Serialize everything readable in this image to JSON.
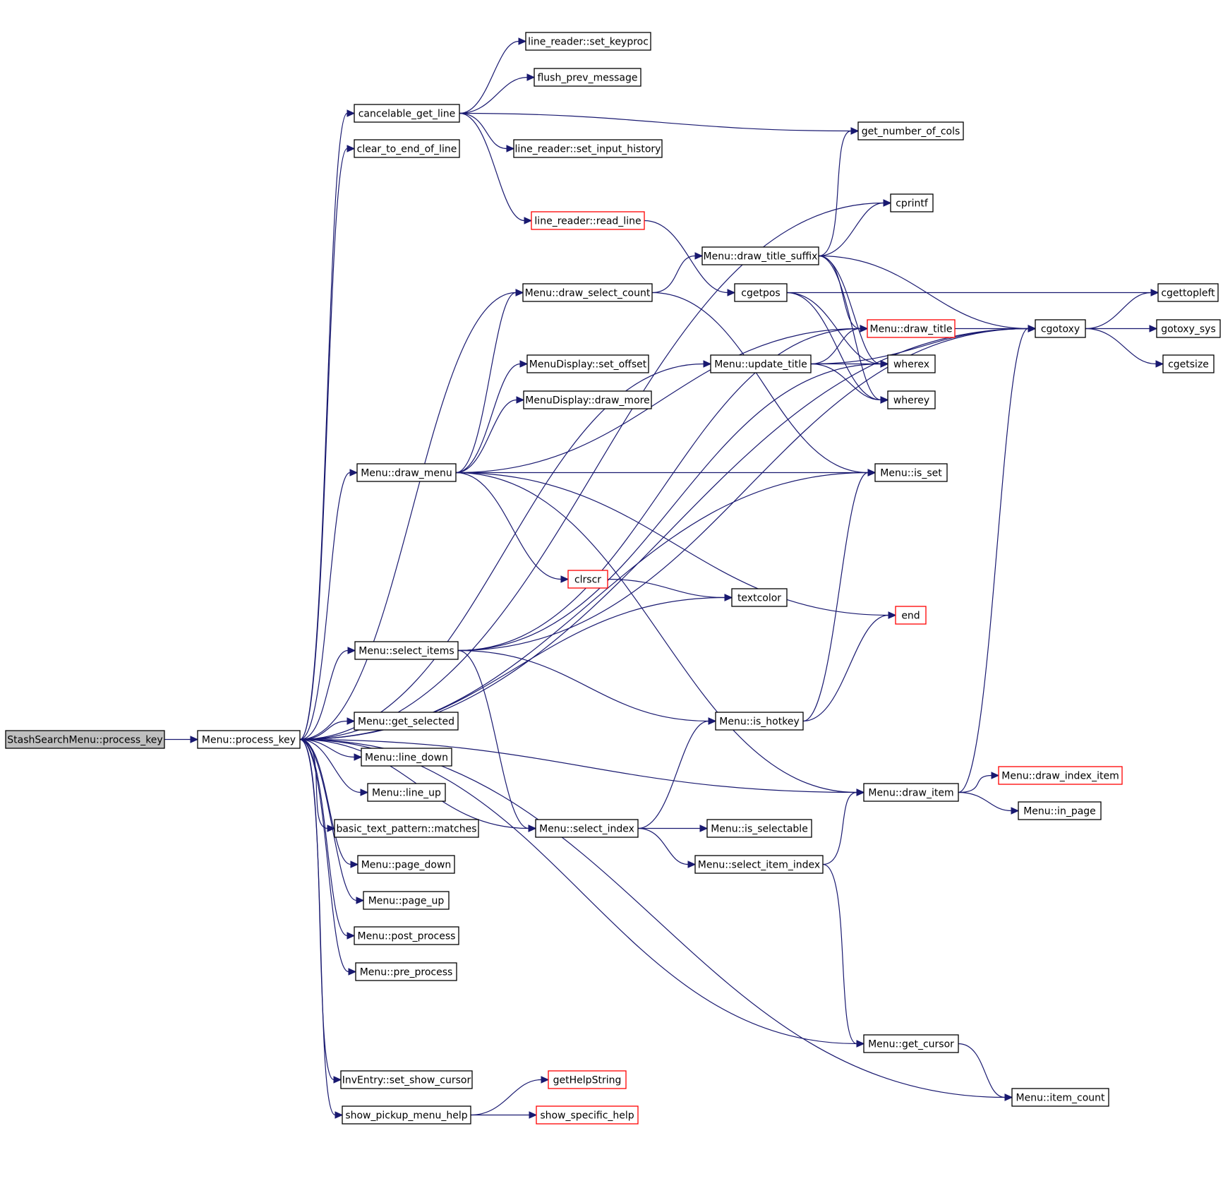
{
  "colors": {
    "edge": "#191970",
    "node_border": "#000000",
    "node_border_truncated": "#ff0000",
    "root_fill": "#bfbfbf",
    "background": "#ffffff"
  },
  "nodes": [
    {
      "id": "root",
      "label": "StashSearchMenu::process_key",
      "style": "root"
    },
    {
      "id": "process_key",
      "label": "Menu::process_key"
    },
    {
      "id": "set_keyproc",
      "label": "line_reader::set_keyproc"
    },
    {
      "id": "flush_prev_message",
      "label": "flush_prev_message"
    },
    {
      "id": "cancelable_get_line",
      "label": "cancelable_get_line"
    },
    {
      "id": "get_number_of_cols",
      "label": "get_number_of_cols"
    },
    {
      "id": "clear_to_end_of_line",
      "label": "clear_to_end_of_line"
    },
    {
      "id": "set_input_history",
      "label": "line_reader::set_input_history"
    },
    {
      "id": "cprintf",
      "label": "cprintf"
    },
    {
      "id": "read_line",
      "label": "line_reader::read_line",
      "style": "red"
    },
    {
      "id": "draw_title_suffix",
      "label": "Menu::draw_title_suffix"
    },
    {
      "id": "draw_select_count",
      "label": "Menu::draw_select_count"
    },
    {
      "id": "cgetpos",
      "label": "cgetpos"
    },
    {
      "id": "cgettopleft",
      "label": "cgettopleft"
    },
    {
      "id": "draw_title",
      "label": "Menu::draw_title",
      "style": "red"
    },
    {
      "id": "cgotoxy",
      "label": "cgotoxy"
    },
    {
      "id": "gotoxy_sys",
      "label": "gotoxy_sys"
    },
    {
      "id": "set_offset",
      "label": "MenuDisplay::set_offset"
    },
    {
      "id": "update_title",
      "label": "Menu::update_title"
    },
    {
      "id": "wherex",
      "label": "wherex"
    },
    {
      "id": "cgetsize",
      "label": "cgetsize"
    },
    {
      "id": "draw_more",
      "label": "MenuDisplay::draw_more"
    },
    {
      "id": "wherey",
      "label": "wherey"
    },
    {
      "id": "draw_menu",
      "label": "Menu::draw_menu"
    },
    {
      "id": "is_set",
      "label": "Menu::is_set"
    },
    {
      "id": "clrscr",
      "label": "clrscr",
      "style": "red"
    },
    {
      "id": "textcolor",
      "label": "textcolor"
    },
    {
      "id": "end",
      "label": "end",
      "style": "red"
    },
    {
      "id": "select_items",
      "label": "Menu::select_items"
    },
    {
      "id": "get_selected",
      "label": "Menu::get_selected"
    },
    {
      "id": "is_hotkey",
      "label": "Menu::is_hotkey"
    },
    {
      "id": "line_down",
      "label": "Menu::line_down"
    },
    {
      "id": "draw_index_item",
      "label": "Menu::draw_index_item",
      "style": "red"
    },
    {
      "id": "line_up",
      "label": "Menu::line_up"
    },
    {
      "id": "draw_item",
      "label": "Menu::draw_item"
    },
    {
      "id": "in_page",
      "label": "Menu::in_page"
    },
    {
      "id": "matches",
      "label": "basic_text_pattern::matches"
    },
    {
      "id": "select_index",
      "label": "Menu::select_index"
    },
    {
      "id": "is_selectable",
      "label": "Menu::is_selectable"
    },
    {
      "id": "page_down",
      "label": "Menu::page_down"
    },
    {
      "id": "select_item_index",
      "label": "Menu::select_item_index"
    },
    {
      "id": "page_up",
      "label": "Menu::page_up"
    },
    {
      "id": "post_process",
      "label": "Menu::post_process"
    },
    {
      "id": "pre_process",
      "label": "Menu::pre_process"
    },
    {
      "id": "get_cursor",
      "label": "Menu::get_cursor"
    },
    {
      "id": "set_show_cursor",
      "label": "InvEntry::set_show_cursor"
    },
    {
      "id": "getHelpString",
      "label": "getHelpString",
      "style": "red"
    },
    {
      "id": "item_count",
      "label": "Menu::item_count"
    },
    {
      "id": "show_pickup_menu_help",
      "label": "show_pickup_menu_help"
    },
    {
      "id": "show_specific_help",
      "label": "show_specific_help",
      "style": "red"
    }
  ],
  "edges": [
    [
      "root",
      "process_key"
    ],
    [
      "process_key",
      "cgotoxy"
    ],
    [
      "process_key",
      "cancelable_get_line"
    ],
    [
      "process_key",
      "clear_to_end_of_line"
    ],
    [
      "process_key",
      "cprintf"
    ],
    [
      "process_key",
      "update_title"
    ],
    [
      "process_key",
      "draw_select_count"
    ],
    [
      "process_key",
      "is_set"
    ],
    [
      "process_key",
      "draw_menu"
    ],
    [
      "process_key",
      "textcolor"
    ],
    [
      "process_key",
      "select_items"
    ],
    [
      "process_key",
      "draw_item"
    ],
    [
      "process_key",
      "get_selected"
    ],
    [
      "process_key",
      "line_down"
    ],
    [
      "process_key",
      "line_up"
    ],
    [
      "process_key",
      "matches"
    ],
    [
      "process_key",
      "page_down"
    ],
    [
      "process_key",
      "page_up"
    ],
    [
      "process_key",
      "post_process"
    ],
    [
      "process_key",
      "pre_process"
    ],
    [
      "process_key",
      "select_index"
    ],
    [
      "process_key",
      "get_cursor"
    ],
    [
      "process_key",
      "set_show_cursor"
    ],
    [
      "process_key",
      "show_pickup_menu_help"
    ],
    [
      "process_key",
      "item_count"
    ],
    [
      "cancelable_get_line",
      "set_keyproc"
    ],
    [
      "cancelable_get_line",
      "flush_prev_message"
    ],
    [
      "cancelable_get_line",
      "get_number_of_cols"
    ],
    [
      "cancelable_get_line",
      "set_input_history"
    ],
    [
      "cancelable_get_line",
      "read_line"
    ],
    [
      "read_line",
      "cgetpos"
    ],
    [
      "draw_title_suffix",
      "get_number_of_cols"
    ],
    [
      "draw_title_suffix",
      "cprintf"
    ],
    [
      "draw_title_suffix",
      "draw_title"
    ],
    [
      "draw_title_suffix",
      "cgotoxy"
    ],
    [
      "draw_title_suffix",
      "wherex"
    ],
    [
      "draw_title_suffix",
      "wherey"
    ],
    [
      "draw_select_count",
      "draw_title_suffix"
    ],
    [
      "draw_select_count",
      "is_set"
    ],
    [
      "cgetpos",
      "cgettopleft"
    ],
    [
      "cgetpos",
      "wherex"
    ],
    [
      "cgetpos",
      "wherey"
    ],
    [
      "draw_title",
      "cgotoxy"
    ],
    [
      "cgotoxy",
      "cgettopleft"
    ],
    [
      "cgotoxy",
      "gotoxy_sys"
    ],
    [
      "cgotoxy",
      "cgetsize"
    ],
    [
      "update_title",
      "draw_title"
    ],
    [
      "update_title",
      "wherex"
    ],
    [
      "update_title",
      "wherey"
    ],
    [
      "update_title",
      "cgotoxy"
    ],
    [
      "draw_menu",
      "draw_select_count"
    ],
    [
      "draw_menu",
      "set_offset"
    ],
    [
      "draw_menu",
      "draw_more"
    ],
    [
      "draw_menu",
      "draw_title"
    ],
    [
      "draw_menu",
      "is_set"
    ],
    [
      "draw_menu",
      "end"
    ],
    [
      "draw_menu",
      "clrscr"
    ],
    [
      "draw_menu",
      "draw_item"
    ],
    [
      "clrscr",
      "textcolor"
    ],
    [
      "select_items",
      "draw_title"
    ],
    [
      "select_items",
      "wherex"
    ],
    [
      "select_items",
      "is_hotkey"
    ],
    [
      "select_items",
      "cgotoxy"
    ],
    [
      "select_items",
      "select_index"
    ],
    [
      "is_hotkey",
      "is_set"
    ],
    [
      "is_hotkey",
      "end"
    ],
    [
      "draw_item",
      "cgotoxy"
    ],
    [
      "draw_item",
      "draw_index_item"
    ],
    [
      "draw_item",
      "in_page"
    ],
    [
      "select_index",
      "is_hotkey"
    ],
    [
      "select_index",
      "is_selectable"
    ],
    [
      "select_index",
      "select_item_index"
    ],
    [
      "select_item_index",
      "draw_item"
    ],
    [
      "select_item_index",
      "get_cursor"
    ],
    [
      "get_cursor",
      "item_count"
    ],
    [
      "show_pickup_menu_help",
      "getHelpString"
    ],
    [
      "show_pickup_menu_help",
      "show_specific_help"
    ]
  ]
}
